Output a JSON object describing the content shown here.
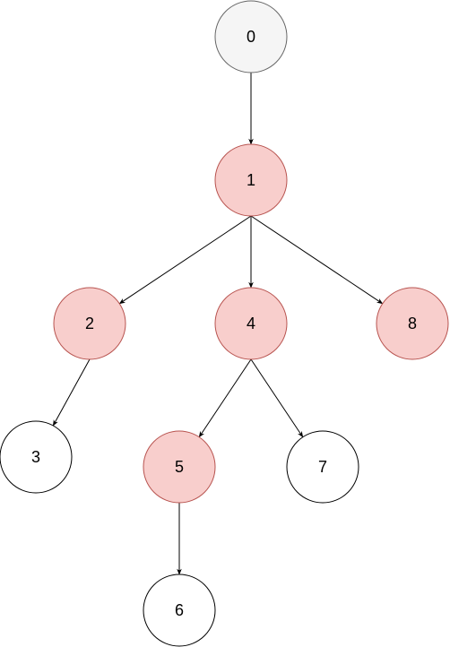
{
  "diagram": {
    "type": "tree",
    "style": {
      "highlight_fill": "#f8cecc",
      "highlight_stroke": "#b85450",
      "root_fill": "#f5f5f5",
      "root_stroke": "#666666",
      "plain_fill": "#ffffff",
      "plain_stroke": "#000000",
      "edge_color": "#000000",
      "root_text_color": "#333333",
      "text_color": "#000000"
    },
    "nodes": [
      {
        "id": "n0",
        "label": "0",
        "style": "root"
      },
      {
        "id": "n1",
        "label": "1",
        "style": "highlight"
      },
      {
        "id": "n2",
        "label": "2",
        "style": "highlight"
      },
      {
        "id": "n4",
        "label": "4",
        "style": "highlight"
      },
      {
        "id": "n8",
        "label": "8",
        "style": "highlight"
      },
      {
        "id": "n3",
        "label": "3",
        "style": "plain"
      },
      {
        "id": "n5",
        "label": "5",
        "style": "highlight"
      },
      {
        "id": "n7",
        "label": "7",
        "style": "plain"
      },
      {
        "id": "n6",
        "label": "6",
        "style": "plain"
      }
    ],
    "edges": [
      {
        "from": "n0",
        "to": "n1"
      },
      {
        "from": "n1",
        "to": "n2"
      },
      {
        "from": "n1",
        "to": "n4"
      },
      {
        "from": "n1",
        "to": "n8"
      },
      {
        "from": "n2",
        "to": "n3"
      },
      {
        "from": "n4",
        "to": "n5"
      },
      {
        "from": "n4",
        "to": "n7"
      },
      {
        "from": "n5",
        "to": "n6"
      }
    ]
  }
}
